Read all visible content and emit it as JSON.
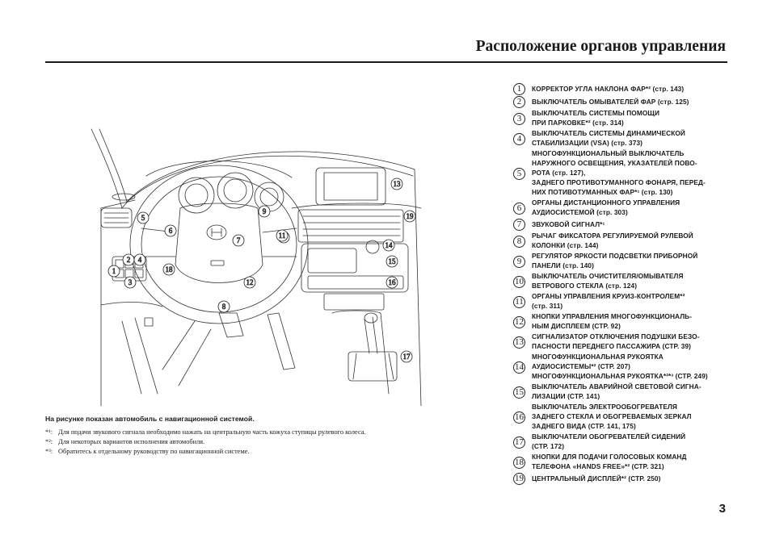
{
  "header": {
    "title": "Расположение органов управления"
  },
  "legend": [
    {
      "num": "1",
      "text": "КОРРЕКТОР УГЛА НАКЛОНА ФАР*² (стр. 143)"
    },
    {
      "num": "2",
      "text": "ВЫКЛЮЧАТЕЛЬ ОМЫВАТЕЛЕЙ ФАР (стр. 125)"
    },
    {
      "num": "3",
      "text": "ВЫКЛЮЧАТЕЛЬ СИСТЕМЫ ПОМОЩИ\nПРИ ПАРКОВКЕ*² (стр. 314)"
    },
    {
      "num": "4",
      "text": "ВЫКЛЮЧАТЕЛЬ СИСТЕМЫ ДИНАМИЧЕСКОЙ\nСТАБИЛИЗАЦИИ (VSA) (стр. 373)"
    },
    {
      "num": "5",
      "text": "МНОГОФУНКЦИОНАЛЬНЫЙ ВЫКЛЮЧАТЕЛЬ\nНАРУЖНОГО ОСВЕЩЕНИЯ, УКАЗАТЕЛЕЙ ПОВО-\nРОТА (стр. 127),\nЗАДНЕГО ПРОТИВОТУМАННОГО ФОНАРЯ, ПЕРЕД-\nНИХ ПОТИВОТУМАННЫХ ФАР*¹ (стр. 130)"
    },
    {
      "num": "6",
      "text": "ОРГАНЫ ДИСТАНЦИОННОГО УПРАВЛЕНИЯ\nАУДИОСИСТЕМОЙ (стр. 303)"
    },
    {
      "num": "7",
      "text": "ЗВУКОВОЙ СИГНАЛ*¹"
    },
    {
      "num": "8",
      "text": "РЫЧАГ ФИКСАТОРА РЕГУЛИРУЕМОЙ РУЛЕВОЙ\nКОЛОНКИ (стр. 144)"
    },
    {
      "num": "9",
      "text": "РЕГУЛЯТОР ЯРКОСТИ ПОДСВЕТКИ ПРИБОРНОЙ\nПАНЕЛИ (стр. 140)"
    },
    {
      "num": "10",
      "text": "ВЫКЛЮЧАТЕЛЬ ОЧИСТИТЕЛЯ/ОМЫВАТЕЛЯ\nВЕТРОВОГО СТЕКЛА (стр. 124)"
    },
    {
      "num": "11",
      "text": "ОРГАНЫ УПРАВЛЕНИЯ КРУИЗ-КОНТРОЛЕМ*²\n(стр. 311)"
    },
    {
      "num": "12",
      "text": "КНОПКИ УПРАВЛЕНИЯ МНОГОФУНКЦИОНАЛЬ-\nНЫМ ДИСПЛЕЕМ (СТР. 92)"
    },
    {
      "num": "13",
      "text": "СИГНАЛИЗАТОР ОТКЛЮЧЕНИЯ ПОДУШКИ БЕЗО-\nПАСНОСТИ ПЕРЕДНЕГО ПАССАЖИРА (СТР. 39)"
    },
    {
      "num": "14",
      "text": "МНОГОФУНКЦИОНАЛЬНАЯ РУКОЯТКА\nАУДИОСИСТЕМЫ*² (СТР. 207)\nМНОГОФУНКЦИОНАЛЬНАЯ РУКОЯТКА*²*³ (СТР. 249)"
    },
    {
      "num": "15",
      "text": "ВЫКЛЮЧАТЕЛЬ АВАРИЙНОЙ СВЕТОВОЙ СИГНА-\nЛИЗАЦИИ (СТР. 141)"
    },
    {
      "num": "16",
      "text": "ВЫКЛЮЧАТЕЛЬ ЭЛЕКТРООБОГРЕВАТЕЛЯ\nЗАДНЕГО СТЕКЛА И ОБОГРЕВАЕМЫХ ЗЕРКАЛ\nЗАДНЕГО ВИДА (СТР. 141, 175)"
    },
    {
      "num": "17",
      "text": "ВЫКЛЮЧАТЕЛИ ОБОГРЕВАТЕЛЕЙ СИДЕНИЙ\n(СТР. 172)"
    },
    {
      "num": "18",
      "text": "КНОПКИ ДЛЯ ПОДАЧИ ГОЛОСОВЫХ КОМАНД\nТЕЛЕФОНА «HANDS FREE»*² (СТР. 321)"
    },
    {
      "num": "19",
      "text": "ЦЕНТРАЛЬНЫЙ ДИСПЛЕЙ*² (СТР. 250)"
    }
  ],
  "figure": {
    "callouts": [
      "1",
      "2",
      "3",
      "4",
      "5",
      "6",
      "7",
      "8",
      "9",
      "10",
      "11",
      "12",
      "13",
      "14",
      "15",
      "16",
      "17",
      "18",
      "19"
    ]
  },
  "caption": "На рисунке показан автомобиль с навигационной системой.",
  "notes": [
    {
      "mark": "*¹:",
      "text": "Для подачи звукового сигнала необходимо нажать на центральную часть кожуха ступицы рулевого колеса."
    },
    {
      "mark": "*²:",
      "text": "Для некоторых вариантов исполнения автомобиля."
    },
    {
      "mark": "*³:",
      "text": "Обратитесь к отдельному руководству по навигационной системе."
    }
  ],
  "page_number": "3"
}
